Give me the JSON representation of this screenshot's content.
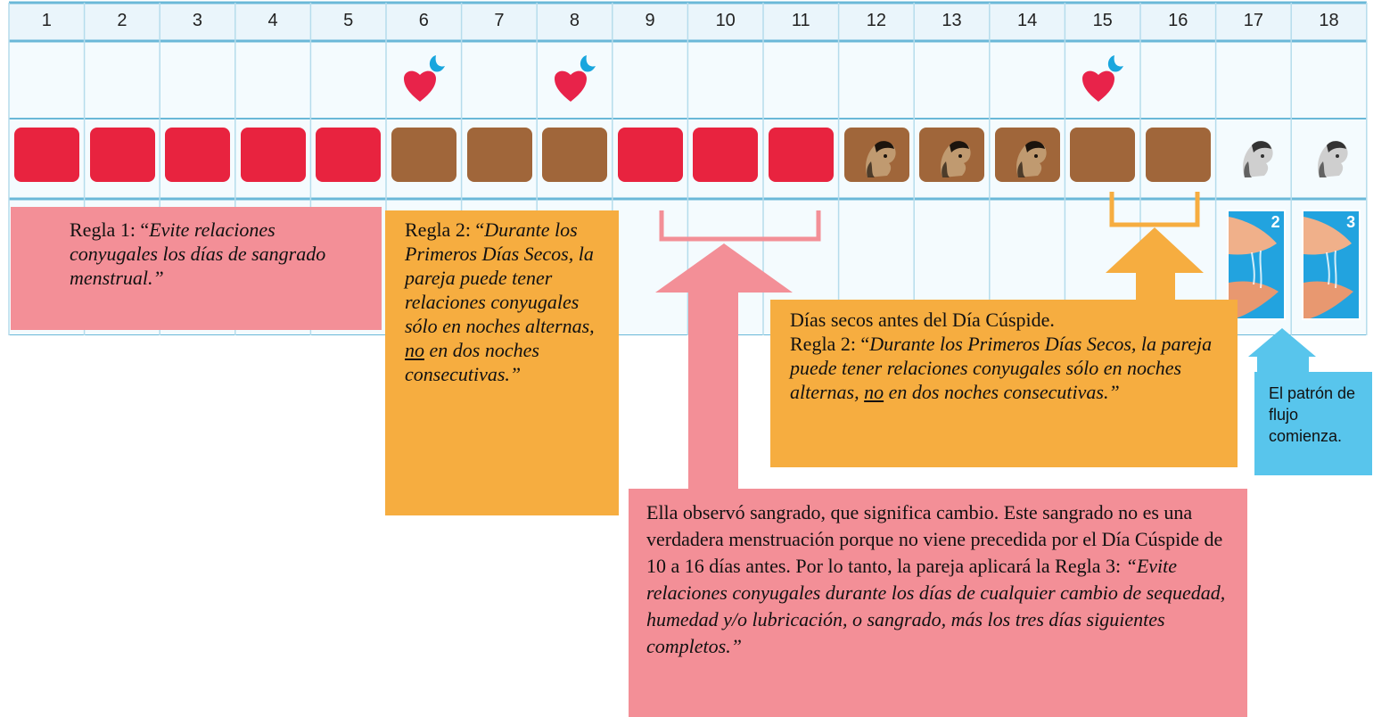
{
  "chart": {
    "days": [
      "1",
      "2",
      "3",
      "4",
      "5",
      "6",
      "7",
      "8",
      "9",
      "10",
      "11",
      "12",
      "13",
      "14",
      "15",
      "16",
      "17",
      "18"
    ],
    "stamps": [
      "red",
      "red",
      "red",
      "red",
      "red",
      "brown",
      "brown",
      "brown",
      "red",
      "red",
      "red",
      "brown-baby",
      "brown-baby",
      "brown-baby",
      "brown",
      "brown",
      "white-baby",
      "white-baby"
    ],
    "intercourse_days": [
      "6",
      "8",
      "15"
    ],
    "mucus_cards": [
      {
        "day": "17",
        "number": "2"
      },
      {
        "day": "18",
        "number": "3"
      }
    ],
    "icons": {
      "intercourse": "heart-with-moon-icon",
      "stamp_red": "red-bleeding-stamp",
      "stamp_brown": "brown-dry-stamp",
      "stamp_baby": "baby-stamp",
      "mucus": "mucus-stretch-card"
    },
    "colors": {
      "red": "#e8233f",
      "brown": "#a0663a",
      "heart": "#e8234a",
      "moon": "#18a6de",
      "grid": "#6ab8d8",
      "pink_box": "#f38f97",
      "orange_box": "#f6ad40",
      "blue_box": "#58c5ec"
    }
  },
  "annotations": {
    "rule1": {
      "prefix": "Regla 1: “",
      "italic": "Evite relaciones conyugales los días de sangrado menstrual.”"
    },
    "rule2_left": {
      "prefix": "Regla 2: “",
      "italic_a": "Durante los Primeros Días Secos, la pareja puede tener relaciones conyugales sólo en noches alternas, ",
      "underline": "no",
      "italic_b": " en dos noches consecutivas.”"
    },
    "rule2_right": {
      "line1": "Días secos antes del Día Cúspide.",
      "prefix": "Regla 2: “",
      "italic_a": "Durante los Primeros Días Secos, la pareja puede tener relaciones conyugales sólo en noches alternas, ",
      "underline": "no",
      "italic_b": " en dos noches consecutivas.”"
    },
    "flow": {
      "text": "El patrón de flujo comienza."
    },
    "bleeding": {
      "plain": "Ella observó sangrado, que significa cambio. Este sangrado no es una verdadera menstruación porque no viene precedida por el Día Cúspide de 10 a 16 días antes. Por lo tanto, la pareja aplicará la Regla 3: ",
      "italic": "“Evite relaciones conyugales durante los días de cualquier cambio de sequedad, humedad y/o lubricación, o sangrado, más los tres días siguientes completos.”"
    }
  }
}
